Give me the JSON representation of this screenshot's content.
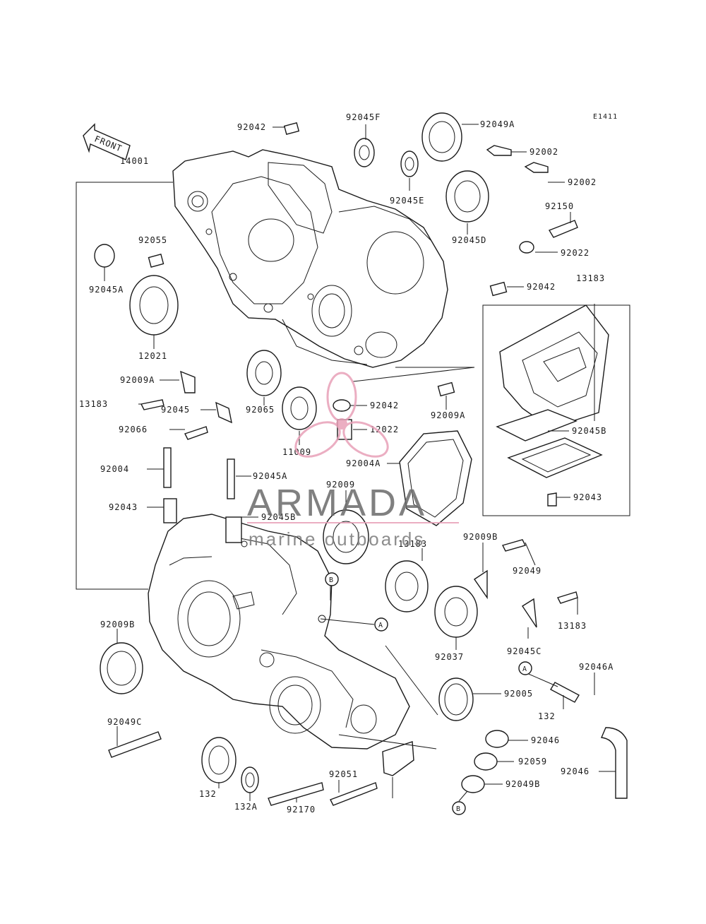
{
  "diagram": {
    "ref_code": "E1411",
    "front_label": "FRONT",
    "callout_A": "A",
    "callout_B": "B"
  },
  "watermark": {
    "brand": "ARMADA",
    "tagline": "marine outboards",
    "accent": "#e8a0b8"
  },
  "parts": [
    {
      "id": "p01",
      "label": "92042"
    },
    {
      "id": "p02",
      "label": "92045F"
    },
    {
      "id": "p03",
      "label": "92049A"
    },
    {
      "id": "p04",
      "label": "92002"
    },
    {
      "id": "p05",
      "label": "92002"
    },
    {
      "id": "p06",
      "label": "92150"
    },
    {
      "id": "p07",
      "label": "14001"
    },
    {
      "id": "p08",
      "label": "92045E"
    },
    {
      "id": "p09",
      "label": "92045D"
    },
    {
      "id": "p10",
      "label": "92022"
    },
    {
      "id": "p11",
      "label": "92042"
    },
    {
      "id": "p12",
      "label": "92055"
    },
    {
      "id": "p13",
      "label": "92045A"
    },
    {
      "id": "p14",
      "label": "12021"
    },
    {
      "id": "p15",
      "label": "13183"
    },
    {
      "id": "p16",
      "label": "92009A"
    },
    {
      "id": "p17",
      "label": "13183"
    },
    {
      "id": "p18",
      "label": "92045"
    },
    {
      "id": "p19",
      "label": "92065"
    },
    {
      "id": "p20",
      "label": "92042"
    },
    {
      "id": "p21",
      "label": "92009A"
    },
    {
      "id": "p22",
      "label": "92066"
    },
    {
      "id": "p23",
      "label": "12022"
    },
    {
      "id": "p24",
      "label": "92045B"
    },
    {
      "id": "p25",
      "label": "11009"
    },
    {
      "id": "p26",
      "label": "92004A"
    },
    {
      "id": "p27",
      "label": "92004"
    },
    {
      "id": "p28",
      "label": "92045A"
    },
    {
      "id": "p29",
      "label": "92009"
    },
    {
      "id": "p30",
      "label": "92043"
    },
    {
      "id": "p31",
      "label": "92043"
    },
    {
      "id": "p32",
      "label": "92045B"
    },
    {
      "id": "p33",
      "label": "13183"
    },
    {
      "id": "p34",
      "label": "92009B"
    },
    {
      "id": "p35",
      "label": "92049"
    },
    {
      "id": "p36",
      "label": "92009B"
    },
    {
      "id": "p37",
      "label": "13183"
    },
    {
      "id": "p38",
      "label": "92045C"
    },
    {
      "id": "p39",
      "label": "92037"
    },
    {
      "id": "p40",
      "label": "92046A"
    },
    {
      "id": "p41",
      "label": "92005"
    },
    {
      "id": "p42",
      "label": "132"
    },
    {
      "id": "p43",
      "label": "92049C"
    },
    {
      "id": "p44",
      "label": "92046"
    },
    {
      "id": "p45",
      "label": "92059"
    },
    {
      "id": "p46",
      "label": "92046"
    },
    {
      "id": "p47",
      "label": "92049B"
    },
    {
      "id": "p48",
      "label": "132"
    },
    {
      "id": "p49",
      "label": "92051"
    },
    {
      "id": "p50",
      "label": "132A"
    },
    {
      "id": "p51",
      "label": "92170"
    }
  ]
}
